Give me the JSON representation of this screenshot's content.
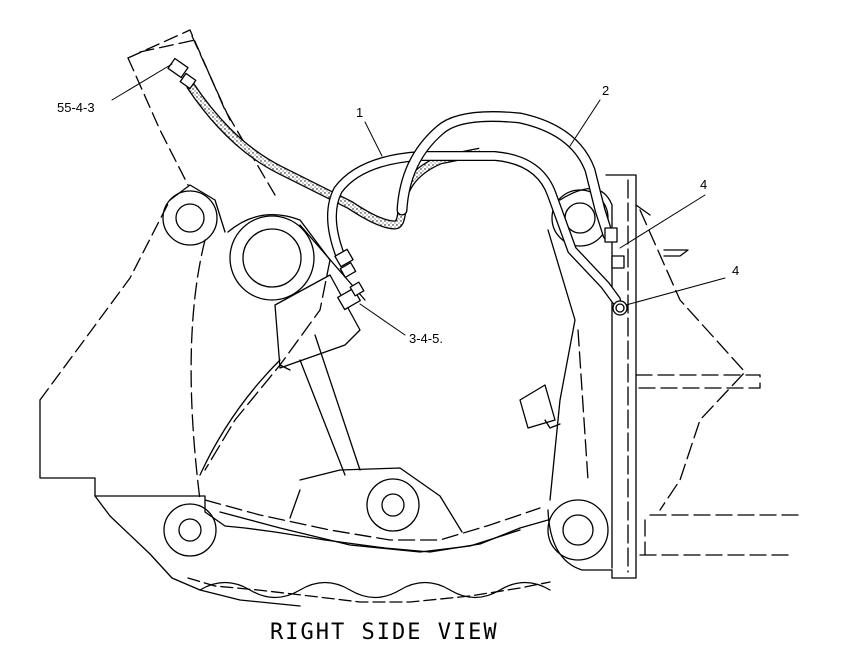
{
  "view_title": "RIGHT SIDE VIEW",
  "callouts": {
    "c1": "1",
    "c2": "2",
    "c3": "4",
    "c4": "4",
    "c5": "3-4-5.",
    "c6": "5-4-3",
    "c6_prefix": "5"
  },
  "colors": {
    "line": "#000000",
    "background": "#ffffff"
  }
}
